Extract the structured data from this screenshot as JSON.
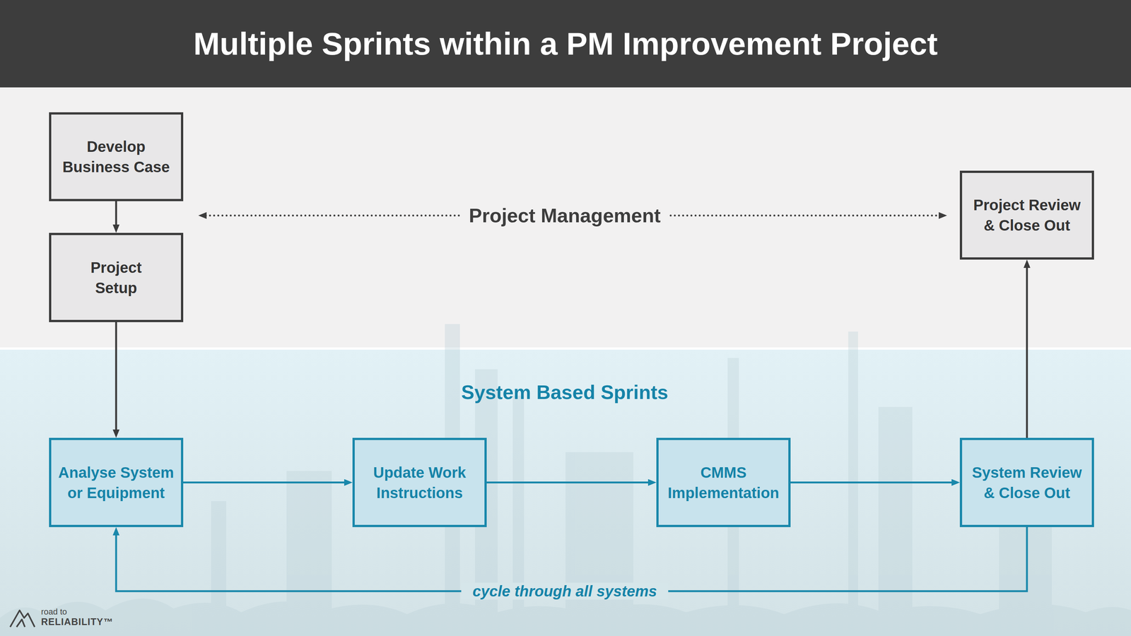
{
  "diagram": {
    "title": "Multiple Sprints within a PM Improvement Project",
    "nodes": [
      {
        "text": [
          "Develop Business Case"
        ]
      },
      {
        "text": [
          "Project Setup"
        ]
      },
      {
        "text": [
          "Project Review & Close Out"
        ]
      },
      {
        "text": [
          "Analyse System or Equipment"
        ]
      },
      {
        "text": [
          "Update Work Instructions"
        ]
      },
      {
        "text": [
          "CMMS Implementation"
        ]
      },
      {
        "text": [
          "System Review & Close Out"
        ]
      }
    ],
    "edges": [
      {
        "from": 0,
        "to": 1,
        "arrow": "to"
      },
      {
        "from": 1,
        "to": 3,
        "arrow": "to"
      },
      {
        "from": 3,
        "to": 4,
        "arrow": "to"
      },
      {
        "from": 4,
        "to": 5,
        "arrow": "to"
      },
      {
        "from": 5,
        "to": 6,
        "arrow": "to"
      },
      {
        "from": 6,
        "to": 2,
        "arrow": "to"
      },
      {
        "from": 6,
        "to": 3,
        "label": "cycle through all systems",
        "arrow": "to"
      }
    ],
    "labels": [
      "Project Management",
      "System Based Sprints",
      "road to",
      "RELIABILITY™"
    ]
  }
}
